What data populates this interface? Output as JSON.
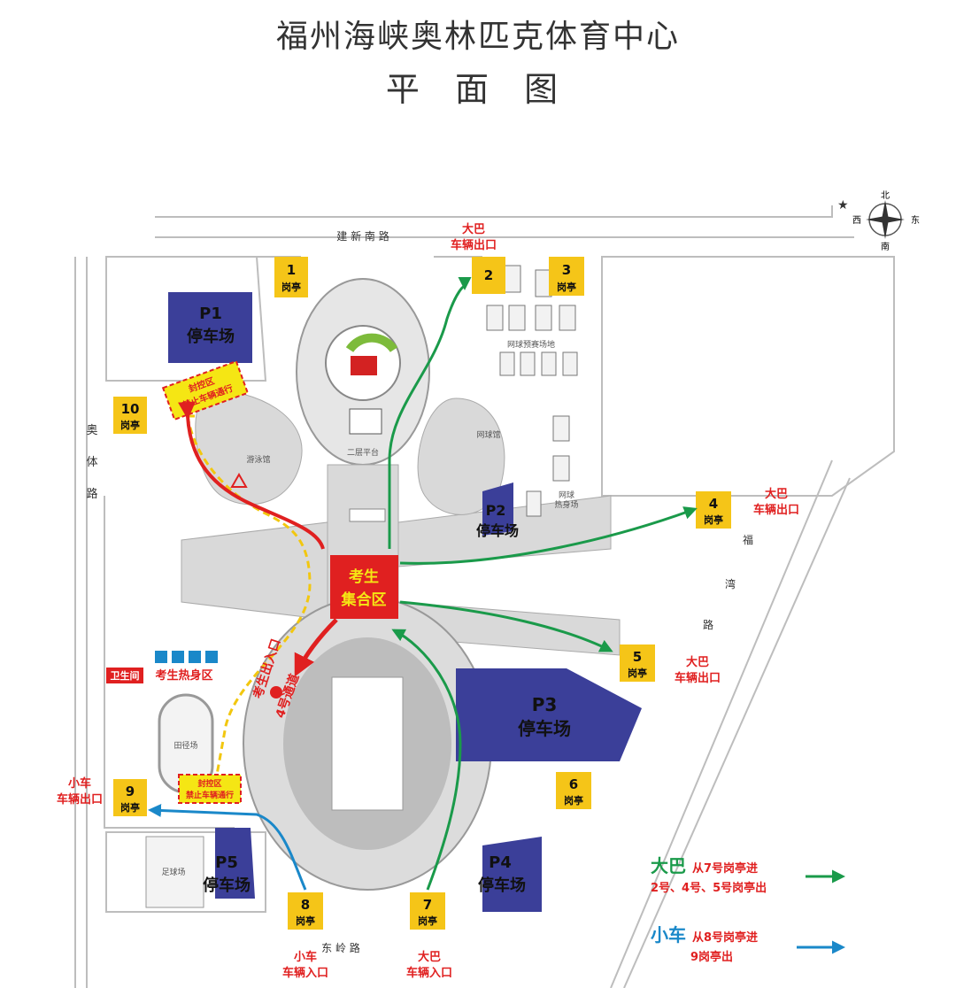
{
  "header": {
    "title": "福州海峡奥林匹克体育中心",
    "subtitle": "平 面 图"
  },
  "colors": {
    "green": "#1a9a4a",
    "red": "#e02020",
    "blue": "#1a88c9",
    "yellow": "#f5c518",
    "navy": "#3b3f99",
    "gray": "#c9c9c9"
  },
  "roads": {
    "north": "建 新 南 路",
    "south": "东 岭 路",
    "west_1": "奥",
    "west_2": "体",
    "west_3": "路",
    "east_1": "福",
    "east_2": "湾",
    "east_3": "路"
  },
  "compass": {
    "n": "北",
    "e": "东",
    "w": "西",
    "s": "南"
  },
  "booths": [
    {
      "num": "1",
      "label": "岗亭"
    },
    {
      "num": "2",
      "label": ""
    },
    {
      "num": "3",
      "label": "岗亭"
    },
    {
      "num": "4",
      "label": "岗亭"
    },
    {
      "num": "5",
      "label": "岗亭"
    },
    {
      "num": "6",
      "label": "岗亭"
    },
    {
      "num": "7",
      "label": "岗亭"
    },
    {
      "num": "8",
      "label": "岗亭"
    },
    {
      "num": "9",
      "label": "岗亭"
    },
    {
      "num": "10",
      "label": "岗亭"
    }
  ],
  "parking": [
    {
      "code": "P1",
      "label": "停车场"
    },
    {
      "code": "P2",
      "label": "停车场"
    },
    {
      "code": "P3",
      "label": "停车场"
    },
    {
      "code": "P4",
      "label": "停车场"
    },
    {
      "code": "P5",
      "label": "停车场"
    }
  ],
  "venues": {
    "swim": "游泳馆",
    "tennis": "网球馆",
    "tennis_practice": "网球预赛场地",
    "tennis_warm_1": "网球",
    "tennis_warm_2": "热身场",
    "track": "田径场",
    "football": "足球场",
    "second_platform": "二层平台"
  },
  "zones": {
    "assembly_1": "考生",
    "assembly_2": "集合区",
    "warmup": "考生热身区",
    "toilet": "卫生间",
    "closed_1": "封控区",
    "closed_2": "禁止车辆通行",
    "closed_b1": "封控区",
    "closed_b2": "禁止车辆通行",
    "entrance": "考生出入口",
    "channel": "4号通道"
  },
  "exits": {
    "bus_top_1": "大巴",
    "bus_top_2": "车辆出口",
    "bus_east4_1": "大巴",
    "bus_east4_2": "车辆出口",
    "bus_east5_1": "大巴",
    "bus_east5_2": "车辆出口",
    "car_west_1": "小车",
    "car_west_2": "车辆出口",
    "car_in_1": "小车",
    "car_in_2": "车辆入口",
    "bus_in_1": "大巴",
    "bus_in_2": "车辆入口"
  },
  "legend": {
    "bus_title": "大巴",
    "bus_l1": "从7号岗亭进",
    "bus_l2": "2号、4号、5号岗亭出",
    "car_title": "小车",
    "car_l1": "从8号岗亭进",
    "car_l2": "9岗亭出"
  }
}
